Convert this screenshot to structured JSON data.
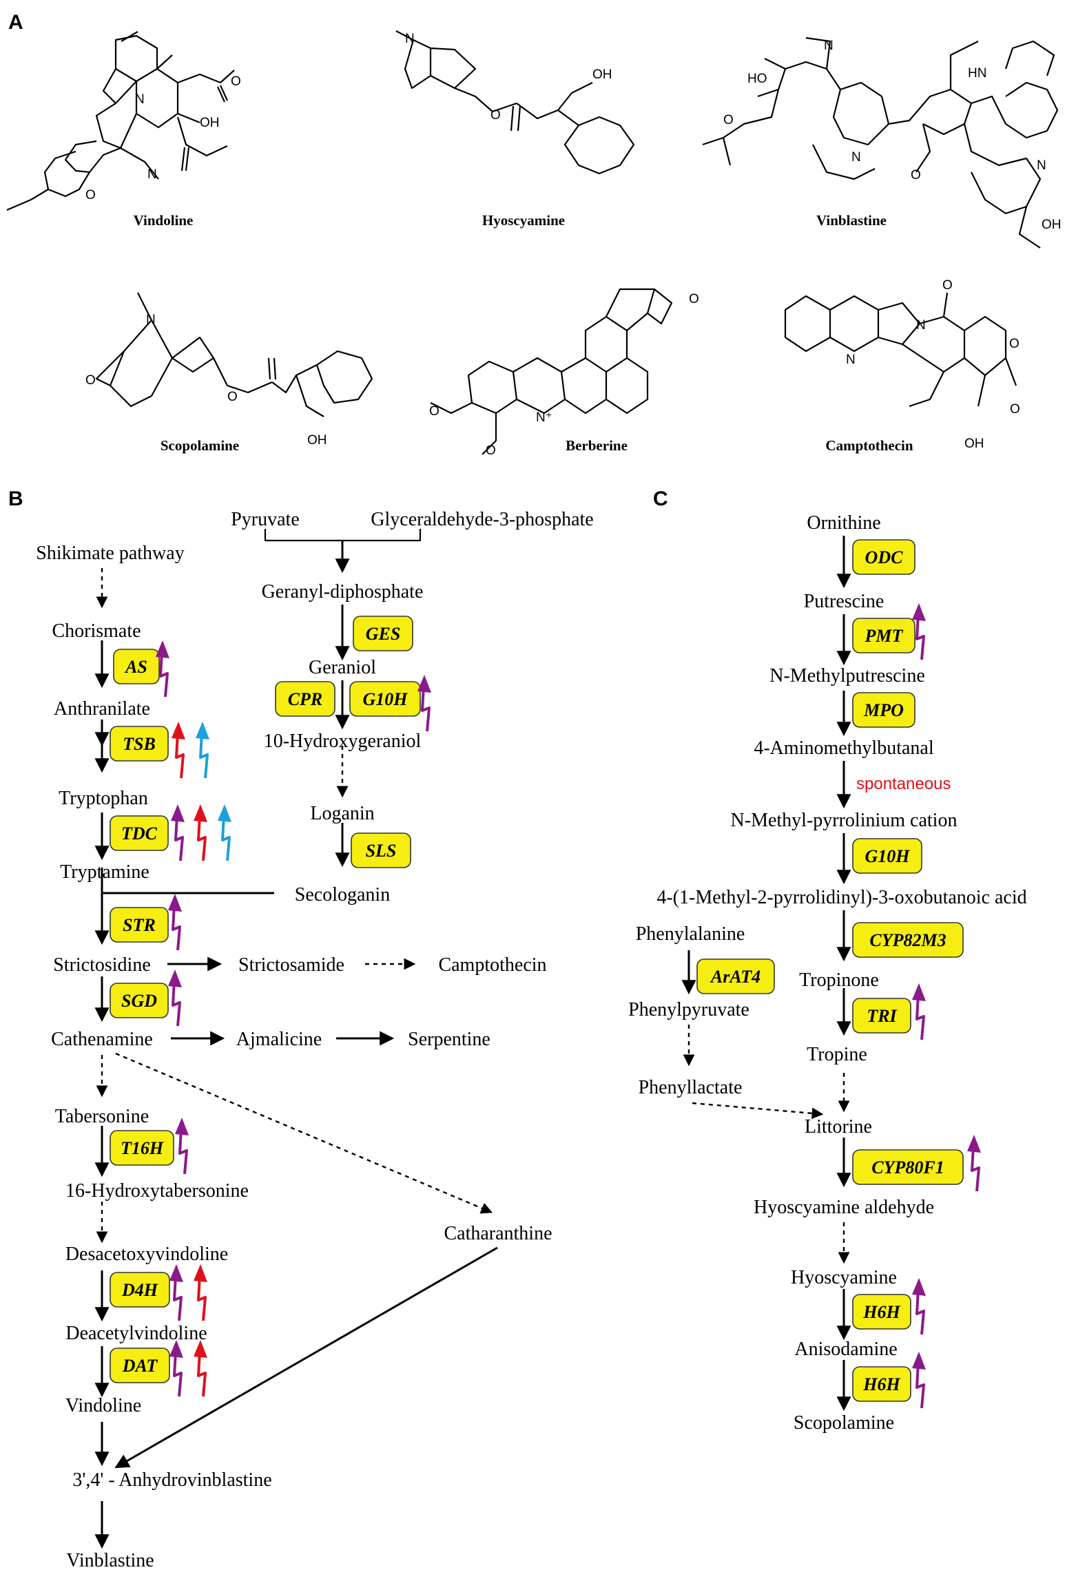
{
  "panels": {
    "a": "A",
    "b": "B",
    "c": "C"
  },
  "molecules": [
    "Vindoline",
    "Hyoscyamine",
    "Vinblastine",
    "Scopolamine",
    "Berberine",
    "Camptothecin"
  ],
  "atoms": {
    "n": "N",
    "o": "O",
    "oh": "OH",
    "ho": "HO",
    "hn": "HN",
    "nplus": "N⁺"
  },
  "panel_b": {
    "compounds": [
      "Pyruvate",
      "Glyceraldehyde-3-phosphate",
      "Shikimate pathway",
      "Geranyl-diphosphate",
      "Chorismate",
      "Geraniol",
      "Anthranilate",
      "10-Hydroxygeraniol",
      "Tryptophan",
      "Loganin",
      "Tryptamine",
      "Secologanin",
      "Strictosidine",
      "Strictosamide",
      "Camptothecin",
      "Cathenamine",
      "Ajmalicine",
      "Serpentine",
      "Tabersonine",
      "16-Hydroxytabersonine",
      "Catharanthine",
      "Desacetoxyvindoline",
      "Deacetylvindoline",
      "Vindoline",
      "3',4' - Anhydrovinblastine",
      "Vinblastine"
    ],
    "enzymes": [
      "GES",
      "AS",
      "CPR",
      "G10H",
      "TSB",
      "TDC",
      "SLS",
      "STR",
      "SGD",
      "T16H",
      "D4H",
      "DAT"
    ]
  },
  "panel_c": {
    "compounds": [
      "Ornithine",
      "Putrescine",
      "N-Methylputrescine",
      "4-Aminomethylbutanal",
      "N-Methyl-pyrrolinium cation",
      "4-(1-Methyl-2-pyrrolidinyl)-3-oxobutanoic acid",
      "Phenylalanine",
      "Tropinone",
      "Phenylpyruvate",
      "Tropine",
      "Phenyllactate",
      "Littorine",
      "Hyoscyamine aldehyde",
      "Hyoscyamine",
      "Anisodamine",
      "Scopolamine"
    ],
    "enzymes": [
      "ODC",
      "PMT",
      "MPO",
      "G10H",
      "CYP82M3",
      "ArAT4",
      "TRI",
      "CYP80F1",
      "H6H",
      "H6H"
    ],
    "spontaneous": "spontaneous"
  },
  "colors": {
    "enzyme_fill": "#f5ee10",
    "purple": "#8b1a8b",
    "red": "#e0101a",
    "blue": "#1aa0dc",
    "spontaneous_text": "#e0101a"
  }
}
